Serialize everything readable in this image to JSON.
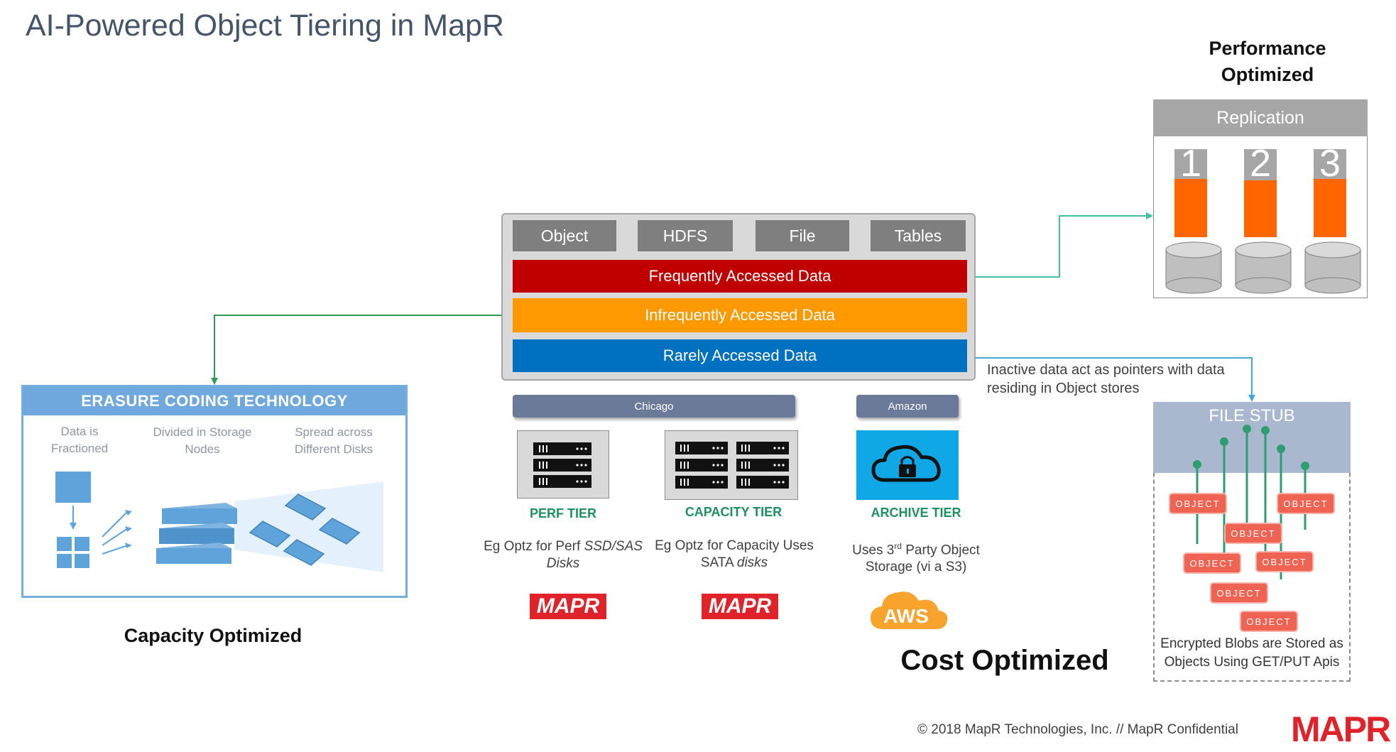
{
  "title": "AI-Powered Object Tiering in MapR",
  "performance": {
    "heading_line1": "Performance",
    "heading_line2": "Optimized",
    "replication_label": "Replication",
    "copies": [
      "1",
      "2",
      "3"
    ]
  },
  "capacity": {
    "heading": "Capacity Optimized"
  },
  "cost": {
    "heading": "Cost Optimized"
  },
  "protocols": [
    "Object",
    "HDFS",
    "File",
    "Tables"
  ],
  "bands": [
    {
      "label": "Frequently Accessed Data",
      "color": "#c00000"
    },
    {
      "label": "Infrequently Accessed Data",
      "color": "#ff9900"
    },
    {
      "label": "Rarely  Accessed Data",
      "color": "#0070c0"
    }
  ],
  "locations": {
    "chicago": "Chicago",
    "amazon": "Amazon"
  },
  "tiers": {
    "perf": {
      "name": "PERF TIER",
      "desc_prefix": "Eg Optz for Perf ",
      "desc_em": "SSD/SAS",
      "desc_line2": "Disks"
    },
    "capacity": {
      "name": "CAPACITY TIER",
      "desc_line1": "Eg Optz for Capacity Uses",
      "desc_prefix2": "SATA ",
      "desc_em": "disks"
    },
    "archive": {
      "name": "ARCHIVE TIER",
      "desc_a": "Uses 3",
      "desc_sup": "rd",
      "desc_b": " Party Object",
      "desc_line2": "Storage (vi a S3)"
    }
  },
  "logos": {
    "mapr": "MAPR",
    "aws": "AWS"
  },
  "erasure": {
    "heading": "ERASURE CODING TECHNOLOGY",
    "col1_line1": "Data is",
    "col1_line2": "Fractioned",
    "col2_line1": "Divided in Storage",
    "col2_line2": "Nodes",
    "col3_line1": "Spread across",
    "col3_line2": "Different Disks"
  },
  "stub": {
    "heading": "FILE STUB",
    "object_label": "OBJECT",
    "text_line1": "Encrypted Blobs are Stored as",
    "text_line2": "Objects Using GET/PUT Apis"
  },
  "note": {
    "line1": "Inactive data act as pointers with data",
    "line2": "residing in Object stores"
  },
  "footer": "© 2018 MapR Technologies, Inc.  //   MapR Confidential",
  "colors": {
    "tier_green": "#1d9160",
    "mapr_red": "#e0232b",
    "aws_orange": "#f7a32c",
    "archive_blue": "#0fa7e6",
    "connector": "#3fc1a6"
  }
}
